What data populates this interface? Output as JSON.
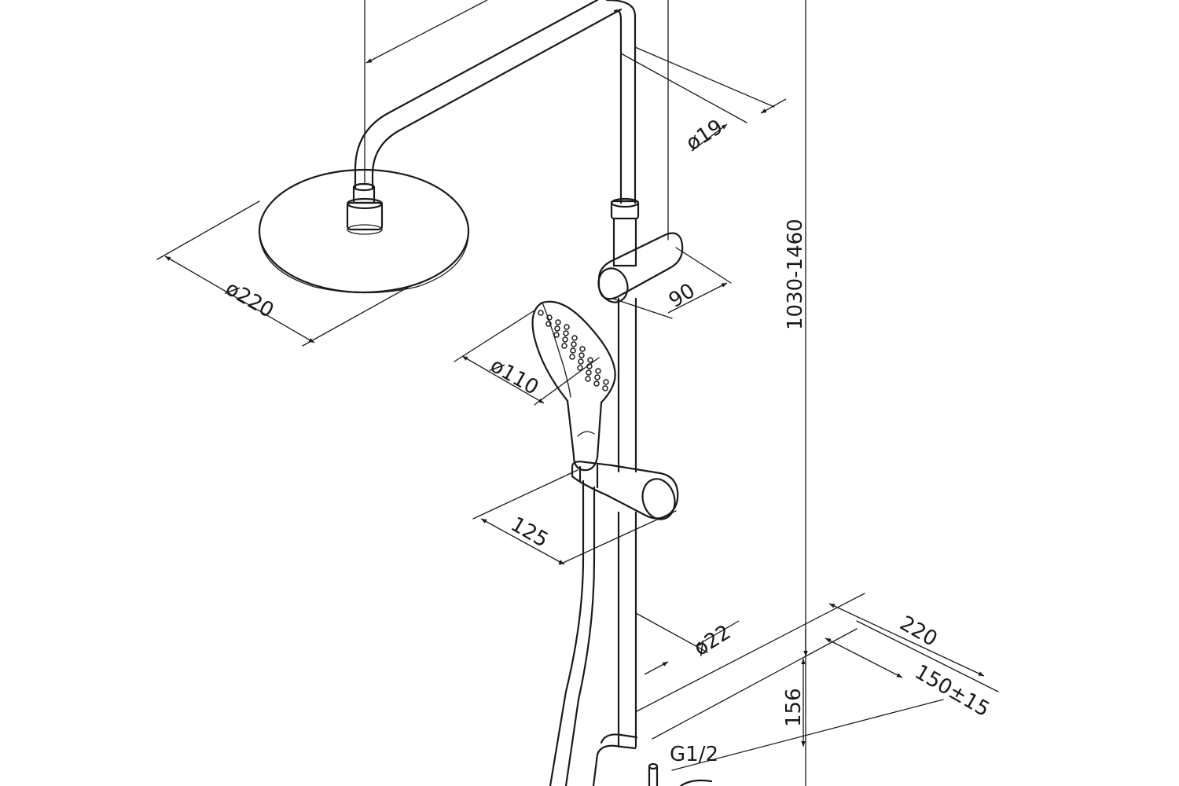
{
  "dimensions": {
    "rain_head_diameter": "ø220",
    "riser_diameter": "ø19",
    "slider_offset": "90",
    "hand_head_diameter": "ø110",
    "hand_holder_offset": "125",
    "rail_diameter": "ø22",
    "total_height": "1030-1460",
    "depth": "220",
    "inlet_spacing": "150±15",
    "mixer_height": "156",
    "thread": "G1/2"
  }
}
